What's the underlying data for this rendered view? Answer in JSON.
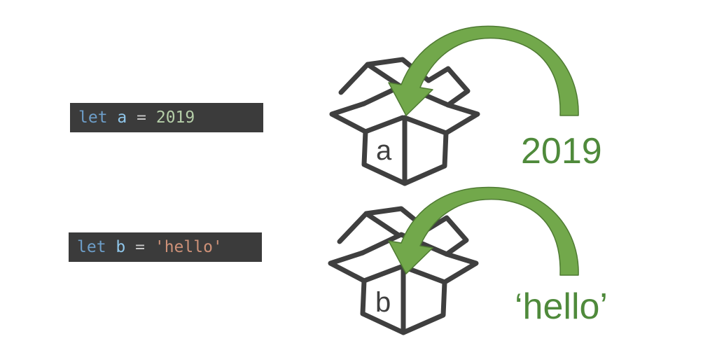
{
  "colors": {
    "code_bg": "#3b3b3b",
    "keyword": "#6d9ec9",
    "variable": "#8fc6ea",
    "operator": "#c8c8c8",
    "number": "#b5cea8",
    "string": "#ce9178",
    "arrow": "#72a84b",
    "arrow_stroke": "#4e7a32",
    "value_text": "#4f8a3b",
    "box_stroke": "#3f3f3f"
  },
  "assignments": [
    {
      "keyword": "let",
      "variable": "a",
      "operator": "=",
      "value": "2019",
      "value_type": "number",
      "box_label": "a",
      "value_label": "2019"
    },
    {
      "keyword": "let",
      "variable": "b",
      "operator": "=",
      "value": "'hello'",
      "value_type": "string",
      "box_label": "b",
      "value_label": "‘hello’"
    }
  ],
  "icons": {
    "box": "open-cardboard-box-icon",
    "arrow": "curved-arrow-icon"
  }
}
